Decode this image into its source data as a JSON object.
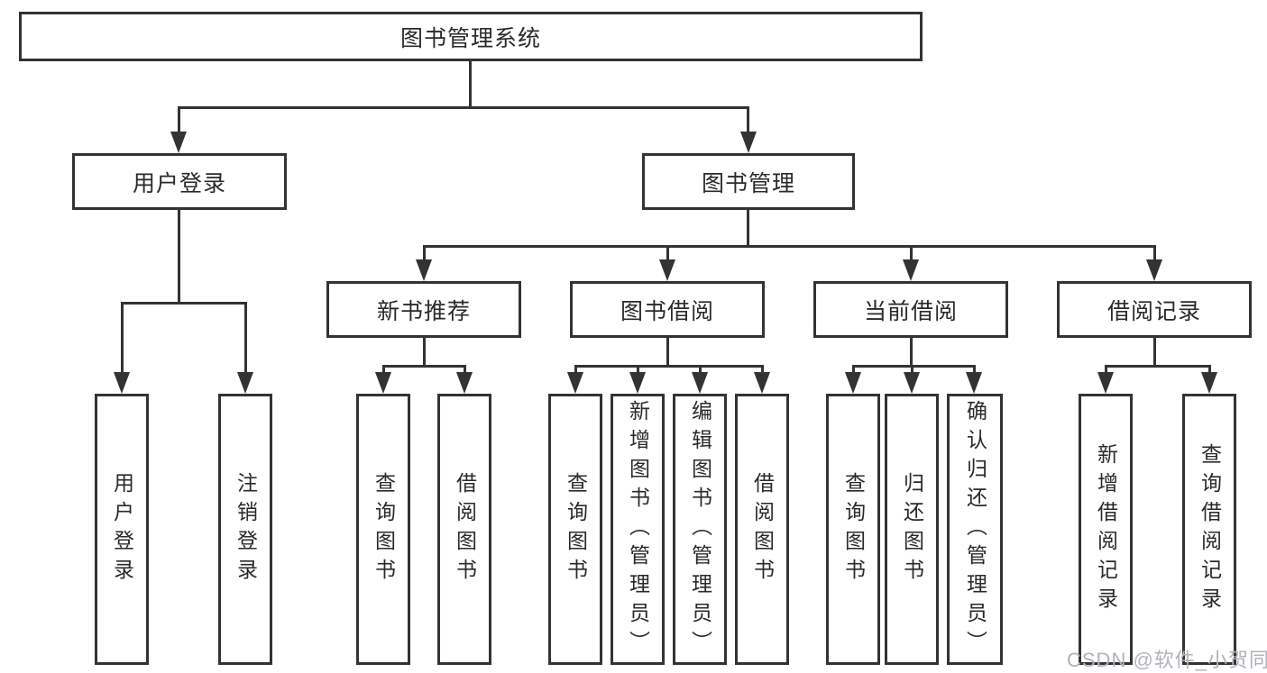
{
  "diagram": {
    "title": "图书管理系统",
    "type": "hierarchy-tree",
    "tree": {
      "label": "图书管理系统",
      "children": [
        {
          "label": "用户登录",
          "children": [
            {
              "label": "用户登录"
            },
            {
              "label": "注销登录"
            }
          ]
        },
        {
          "label": "图书管理",
          "children": [
            {
              "label": "新书推荐",
              "children": [
                {
                  "label": "查询图书"
                },
                {
                  "label": "借阅图书"
                }
              ]
            },
            {
              "label": "图书借阅",
              "children": [
                {
                  "label": "查询图书"
                },
                {
                  "label": "新增图书（管理员）"
                },
                {
                  "label": "编辑图书（管理员）"
                },
                {
                  "label": "借阅图书"
                }
              ]
            },
            {
              "label": "当前借阅",
              "children": [
                {
                  "label": "查询图书"
                },
                {
                  "label": "归还图书"
                },
                {
                  "label": "确认归还（管理员）"
                }
              ]
            },
            {
              "label": "借阅记录",
              "children": [
                {
                  "label": "新增借阅记录"
                },
                {
                  "label": "查询借阅记录"
                }
              ]
            }
          ]
        }
      ]
    }
  },
  "watermark": {
    "text": "CSDN @软件_小贺同学",
    "color": "#b0b3bb"
  },
  "colors": {
    "line": "#333333",
    "box_border": "#333333",
    "box_fill": "#ffffff",
    "text": "#2a2a2a",
    "background": "#ffffff"
  }
}
